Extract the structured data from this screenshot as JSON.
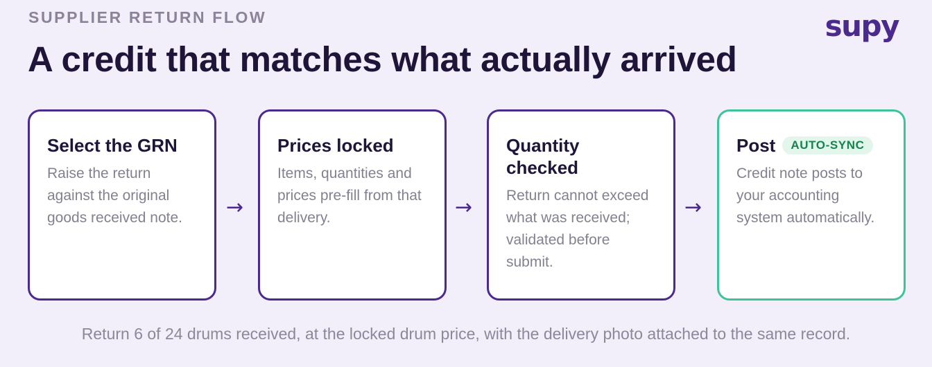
{
  "eyebrow": "SUPPLIER RETURN FLOW",
  "logo": "supy",
  "title": "A credit that matches what actually arrived",
  "steps": [
    {
      "title": "Select the GRN",
      "body": "Raise the return against the original goods received note."
    },
    {
      "title": "Prices locked",
      "body": "Items, quantities and prices pre-fill from that delivery."
    },
    {
      "title": "Quantity checked",
      "body": "Return cannot exceed what was received; validated before submit."
    },
    {
      "title": "Post",
      "badge": "AUTO-SYNC",
      "body": "Credit note posts to your accounting system automatically."
    }
  ],
  "arrow_glyph": "→",
  "footer": "Return 6 of 24 drums received, at the locked drum price, with the delivery photo attached to the same record.",
  "colors": {
    "background": "#f2eefa",
    "brand_purple": "#4b2a8e",
    "success_green": "#3fc39a",
    "badge_text": "#16834f",
    "badge_bg": "#e3f6ec"
  }
}
